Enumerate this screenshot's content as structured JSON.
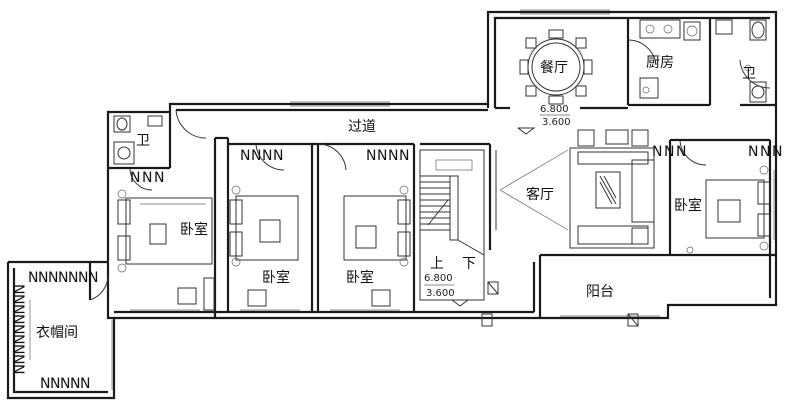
{
  "rooms": {
    "dining": "餐厅",
    "kitchen": "厨房",
    "bath_upper_right": "卫",
    "bath_left": "卫",
    "corridor": "过道",
    "bedroom_left": "卧室",
    "bedroom_mid1": "卧室",
    "bedroom_mid2": "卧室",
    "bedroom_right": "卧室",
    "living": "客厅",
    "balcony": "阳台",
    "wardrobe": "衣帽间"
  },
  "stair": {
    "up": "上",
    "down": "下"
  },
  "levels": {
    "upper_a": "6.800",
    "upper_b": "3.600",
    "lower_a": "6.800",
    "lower_b": "3.600"
  },
  "hatch_glyph": "N"
}
